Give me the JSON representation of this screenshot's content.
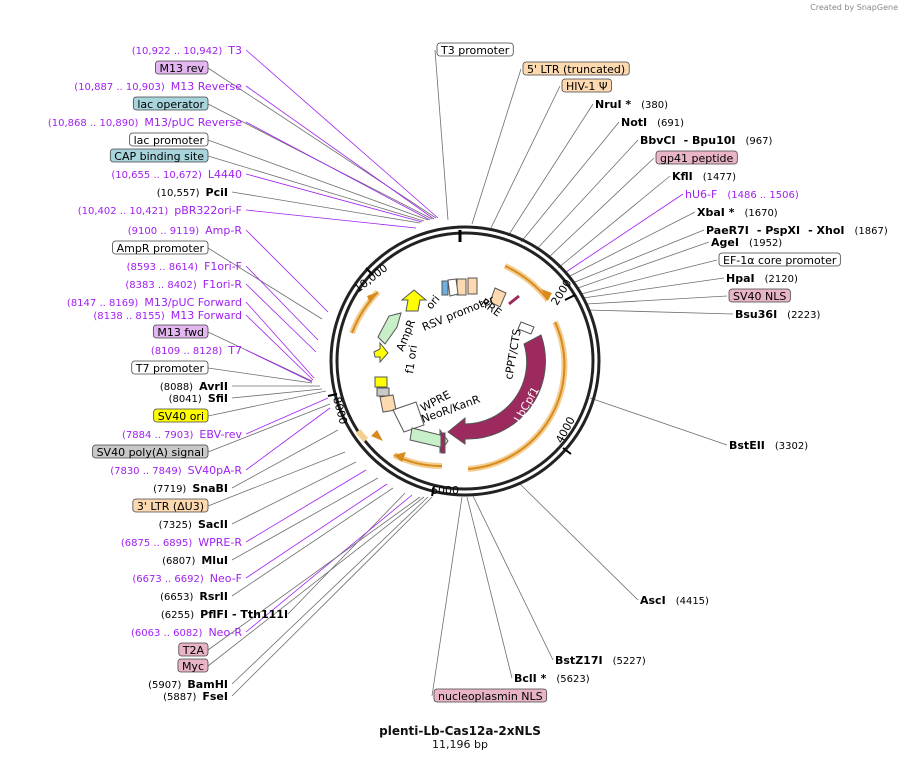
{
  "watermark": "Created by SnapGene",
  "plasmid": {
    "name": "plenti-Lb-Cas12a-2xNLS",
    "size_label": "11,196 bp"
  },
  "ticks": [
    "2000",
    "4000",
    "6000",
    "8000",
    "10,000"
  ],
  "colors": {
    "primer": "#a020f0",
    "line_primer": "#a020f0",
    "line": "#6e6e6e",
    "backbone": "#222222",
    "orange": "#e8a33c",
    "cas": "#9c2a5e",
    "green": "#c8f0c8",
    "yellow": "#ffff00"
  },
  "inner_features": {
    "lbcpf1": "LbCpf1",
    "cppt": "cPPT/CTS",
    "rre": "RRE",
    "rsv": "RSV promoter",
    "ori": "ori",
    "ampr": "AmpR",
    "f1ori": "f1 ori",
    "wpre": "WPRE",
    "neor": "NeoR/KanR"
  },
  "left_labels": [
    {
      "range": "(10,922 .. 10,942)",
      "name": "T3",
      "kind": "primer"
    },
    {
      "name": "M13 rev",
      "kind": "boxed",
      "box": "#e3b6f0"
    },
    {
      "range": "(10,887 .. 10,903)",
      "name": "M13 Reverse",
      "kind": "primer"
    },
    {
      "name": "lac operator",
      "kind": "boxed",
      "box": "#a8d4dc"
    },
    {
      "range": "(10,868 .. 10,890)",
      "name": "M13/pUC Reverse",
      "kind": "primer"
    },
    {
      "name": "lac promoter",
      "kind": "boxed",
      "box": "#ffffff"
    },
    {
      "name": "CAP binding site",
      "kind": "boxed",
      "box": "#a8d4dc"
    },
    {
      "range": "(10,655 .. 10,672)",
      "name": "L4440",
      "kind": "primer"
    },
    {
      "range": "(10,557)",
      "name": "PciI",
      "kind": "enzyme"
    },
    {
      "range": "(10,402 .. 10,421)",
      "name": "pBR322ori-F",
      "kind": "primer"
    },
    {
      "range": "(9100 .. 9119)",
      "name": "Amp-R",
      "kind": "primer"
    },
    {
      "name": "AmpR promoter",
      "kind": "boxed",
      "box": "#ffffff"
    },
    {
      "range": "(8593 .. 8614)",
      "name": "F1ori-F",
      "kind": "primer"
    },
    {
      "range": "(8383 .. 8402)",
      "name": "F1ori-R",
      "kind": "primer"
    },
    {
      "range": "(8147 .. 8169)",
      "name": "M13/pUC Forward",
      "kind": "primer"
    },
    {
      "range": "(8138 .. 8155)",
      "name": "M13 Forward",
      "kind": "primer"
    },
    {
      "name": "M13 fwd",
      "kind": "boxed",
      "box": "#e3b6f0"
    },
    {
      "range": "(8109 .. 8128)",
      "name": "T7",
      "kind": "primer"
    },
    {
      "name": "T7 promoter",
      "kind": "boxed",
      "box": "#ffffff"
    },
    {
      "range": "(8088)",
      "name": "AvrII",
      "kind": "enzyme"
    },
    {
      "range": "(8041)",
      "name": "SfiI",
      "kind": "enzyme"
    },
    {
      "name": "SV40 ori",
      "kind": "boxed",
      "box": "#ffff00"
    },
    {
      "range": "(7884 .. 7903)",
      "name": "EBV-rev",
      "kind": "primer"
    },
    {
      "name": "SV40 poly(A) signal",
      "kind": "boxed",
      "box": "#c8c8c8"
    },
    {
      "range": "(7830 .. 7849)",
      "name": "SV40pA-R",
      "kind": "primer"
    },
    {
      "range": "(7719)",
      "name": "SnaBI",
      "kind": "enzyme"
    },
    {
      "name": "3' LTR (ΔU3)",
      "kind": "boxed",
      "box": "#fdd9b0"
    },
    {
      "range": "(7325)",
      "name": "SacII",
      "kind": "enzyme"
    },
    {
      "range": "(6875 .. 6895)",
      "name": "WPRE-R",
      "kind": "primer"
    },
    {
      "range": "(6807)",
      "name": "MluI",
      "kind": "enzyme"
    },
    {
      "range": "(6673 .. 6692)",
      "name": "Neo-F",
      "kind": "primer"
    },
    {
      "range": "(6653)",
      "name": "RsrII",
      "kind": "enzyme"
    },
    {
      "range": "(6255)",
      "name": "PflFI",
      "name2": "Tth111I",
      "kind": "enzyme"
    },
    {
      "range": "(6063 .. 6082)",
      "name": "Neo-R",
      "kind": "primer"
    },
    {
      "name": "T2A",
      "kind": "boxed",
      "box": "#e8b4c6"
    },
    {
      "name": "Myc",
      "kind": "boxed",
      "box": "#e8b4c6"
    },
    {
      "range": "(5907)",
      "name": "BamHI",
      "kind": "enzyme"
    },
    {
      "range": "(5887)",
      "name": "FseI",
      "kind": "enzyme"
    }
  ],
  "right_labels": [
    {
      "name": "T3 promoter",
      "kind": "boxed",
      "box": "#ffffff"
    },
    {
      "name": "5' LTR (truncated)",
      "kind": "boxed",
      "box": "#fdd9b0"
    },
    {
      "name": "HIV-1 Ψ",
      "kind": "boxed",
      "box": "#fdd9b0"
    },
    {
      "name": "NruI *",
      "range": "(380)",
      "kind": "enzyme"
    },
    {
      "name": "NotI",
      "range": "(691)",
      "kind": "enzyme"
    },
    {
      "name": "BbvCI",
      "name2": "Bpu10I",
      "range": "(967)",
      "kind": "enzyme"
    },
    {
      "name": "gp41 peptide",
      "kind": "boxed",
      "box": "#e8b4c6"
    },
    {
      "name": "KflI",
      "range": "(1477)",
      "kind": "enzyme"
    },
    {
      "name": "hU6-F",
      "range": "(1486 .. 1506)",
      "kind": "primer"
    },
    {
      "name": "XbaI *",
      "range": "(1670)",
      "kind": "enzyme"
    },
    {
      "name": "PaeR7I",
      "name2": "PspXI",
      "name3": "XhoI",
      "range": "(1867)",
      "kind": "enzyme"
    },
    {
      "name": "AgeI",
      "range": "(1952)",
      "kind": "enzyme"
    },
    {
      "name": "EF-1α core promoter",
      "kind": "boxed",
      "box": "#ffffff"
    },
    {
      "name": "HpaI",
      "range": "(2120)",
      "kind": "enzyme"
    },
    {
      "name": "SV40 NLS",
      "kind": "boxed",
      "box": "#e8b4c6"
    },
    {
      "name": "Bsu36I",
      "range": "(2223)",
      "kind": "enzyme"
    },
    {
      "name": "BstEII",
      "range": "(3302)",
      "kind": "enzyme"
    },
    {
      "name": "AscI",
      "range": "(4415)",
      "kind": "enzyme"
    },
    {
      "name": "BstZ17I",
      "range": "(5227)",
      "kind": "enzyme"
    },
    {
      "name": "BclI *",
      "range": "(5623)",
      "kind": "enzyme"
    },
    {
      "name": "nucleoplasmin NLS",
      "kind": "boxed",
      "box": "#e8b4c6"
    }
  ]
}
